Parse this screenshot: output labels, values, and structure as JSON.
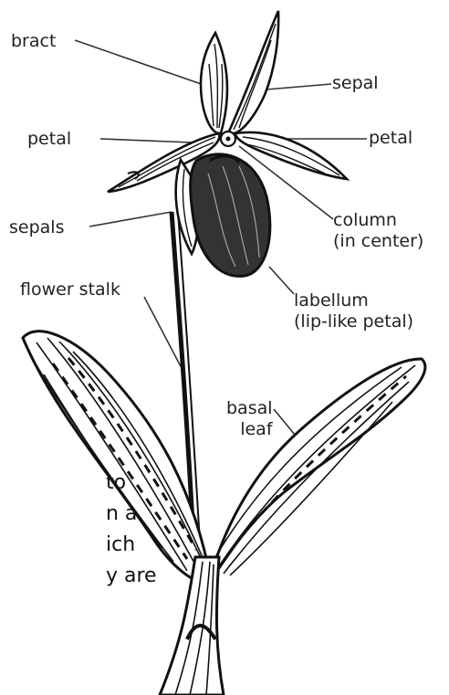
{
  "labels": {
    "bract": "bract",
    "sepal": "sepal",
    "petal_left": "petal",
    "petal_right": "petal",
    "sepals": "sepals",
    "column": "column\n(in center)",
    "flower_stalk": "flower stalk",
    "labellum": "labellum\n(lip-like petal)",
    "basal_leaf": "basal\nleaf"
  },
  "cut_off_text": [
    "to",
    "n a",
    "ich",
    "y are"
  ],
  "colors": {
    "ink": "#111111",
    "label_text": "#222222",
    "leader_line": "#333333",
    "background": "#ffffff"
  }
}
